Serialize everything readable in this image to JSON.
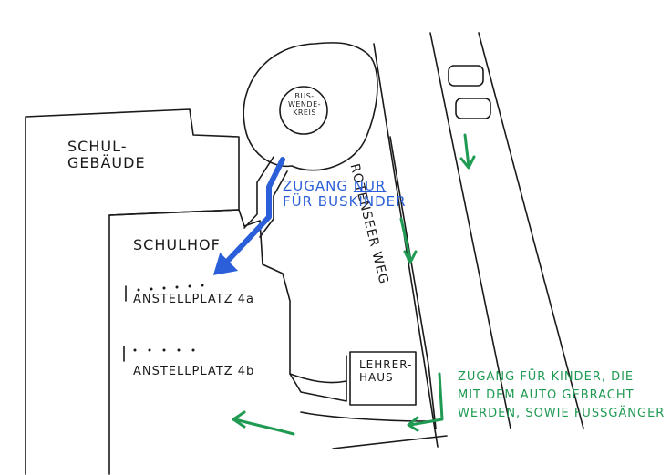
{
  "labels": {
    "bus_turnaround": [
      "BUS-",
      "WENDE-",
      "KREIS"
    ],
    "school_building": [
      "SCHUL-",
      "GEBÄUDE"
    ],
    "schoolyard": "SCHULHOF",
    "line_up_4a": "ANSTELLPLATZ 4a",
    "line_up_4b": "ANSTELLPLATZ 4b",
    "street": "ROTENSEER WEG",
    "teacher_house": [
      "LEHRER-",
      "HAUS"
    ],
    "bus_access": {
      "line1_prefix": "ZUGANG ",
      "line1_emphasis": "NUR",
      "line2": "FÜR BUSKINDER"
    },
    "parent_access": [
      "ZUGANG FÜR KINDER, DIE",
      "MIT DEM AUTO GEBRACHT",
      "WERDEN, SOWIE FUSSGÄNGER"
    ]
  },
  "colors": {
    "ink": "#1a1a1a",
    "bus_route": "#2b5fd9",
    "walk_route": "#1f9a52"
  },
  "icons": [
    "car-icon",
    "car-icon",
    "direction-arrow-icon"
  ]
}
